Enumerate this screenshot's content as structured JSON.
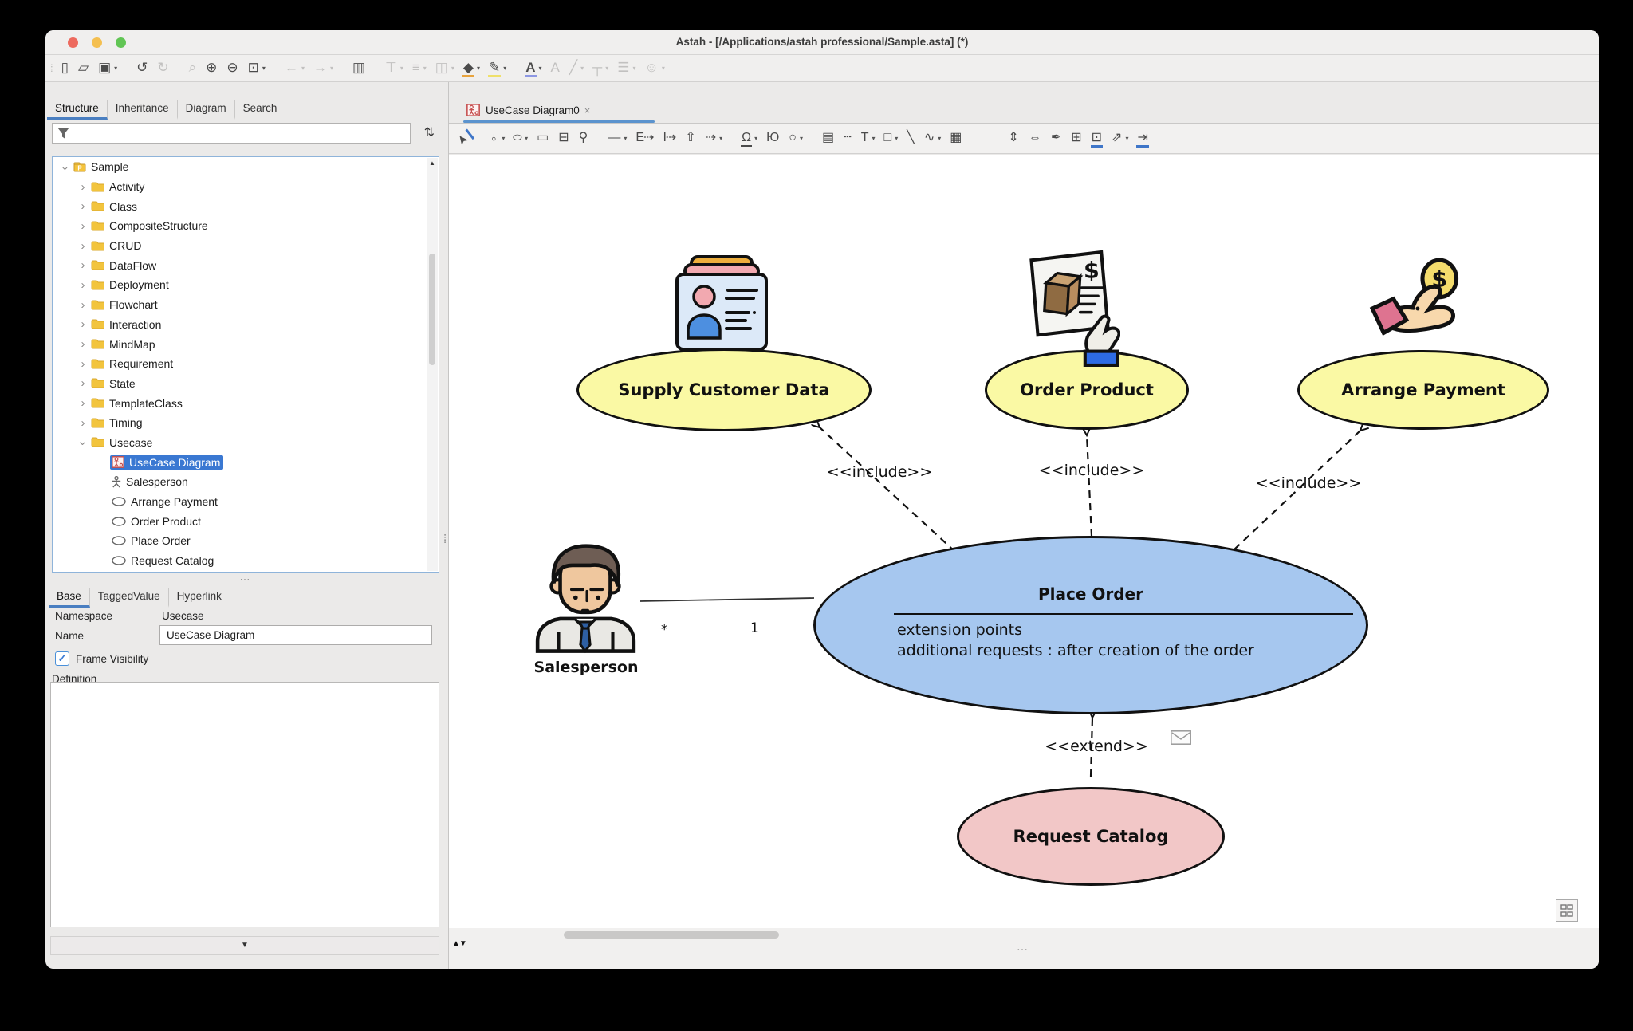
{
  "window": {
    "title": "Astah - [/Applications/astah professional/Sample.asta] (*)"
  },
  "colors": {
    "traffic_red": "#ED6A5E",
    "traffic_yellow": "#F4BF4F",
    "traffic_green": "#61C554",
    "tab_underline": "#5b93ce",
    "selection_blue": "#3a78d2",
    "usecase_yellow": "#FAF9A4",
    "usecase_blue": "#A6C7EF",
    "usecase_pink": "#F2C7C7"
  },
  "icons": {
    "caret": "▾",
    "check": "✓",
    "close": "×",
    "collapse_left": "◀",
    "updown": "▲▼",
    "dots": "⋯",
    "vdots": "⁞",
    "scroll_up": "▲",
    "panel_collapse": "▼",
    "filter_sync": "⇅"
  },
  "toolbar1": {
    "items": [
      {
        "name": "new-file-button",
        "g": "▯"
      },
      {
        "name": "open-button",
        "g": "▱"
      },
      {
        "name": "save-button",
        "g": "▣",
        "dd": 1
      },
      {
        "name": "undo-button",
        "g": "↺",
        "sep": 1
      },
      {
        "name": "redo-button",
        "g": "↻",
        "dis": 1
      },
      {
        "name": "search-button",
        "g": "⌕",
        "dis": 1,
        "sep": 1
      },
      {
        "name": "zoom-in-button",
        "g": "⊕"
      },
      {
        "name": "zoom-out-button",
        "g": "⊖"
      },
      {
        "name": "fit-view-button",
        "g": "⊡",
        "dd": 1
      },
      {
        "name": "back-button",
        "g": "←",
        "dis": 1,
        "dd": 1,
        "sep": 1
      },
      {
        "name": "forward-button",
        "g": "→",
        "dis": 1,
        "dd": 1
      },
      {
        "name": "diagram-editor-button",
        "g": "▥",
        "sep": 1
      },
      {
        "name": "align-vertical-button",
        "g": "⊤",
        "dis": 1,
        "dd": 1,
        "sep": 1
      },
      {
        "name": "align-horizontal-button",
        "g": "≡",
        "dis": 1,
        "dd": 1
      },
      {
        "name": "copy-style-button",
        "g": "◫",
        "dis": 1,
        "dd": 1
      },
      {
        "name": "fill-color-button",
        "g": "◆",
        "ul": "#E8A33D",
        "dd": 1
      },
      {
        "name": "highlight-button",
        "g": "✎",
        "ul": "#EFE06A",
        "dd": 1
      },
      {
        "name": "font-color-button",
        "g": "A",
        "ul": "#8D97E3",
        "dd": 1,
        "cls": "g-bold",
        "sep": 1
      },
      {
        "name": "font-size-button",
        "g": "A",
        "dis": 1
      },
      {
        "name": "line-style-button",
        "g": "╱",
        "dis": 1,
        "dd": 1
      },
      {
        "name": "hierarchy-button",
        "g": "┬",
        "dis": 1,
        "dd": 1
      },
      {
        "name": "list-button",
        "g": "☰",
        "dis": 1,
        "dd": 1
      },
      {
        "name": "emoji-button",
        "g": "☺",
        "dis": 1,
        "dd": 1
      }
    ]
  },
  "left_panel": {
    "tabs": [
      {
        "label": "Structure",
        "active": true
      },
      {
        "label": "Inheritance"
      },
      {
        "label": "Diagram"
      },
      {
        "label": "Search"
      }
    ],
    "filter": {
      "value": ""
    }
  },
  "tree": {
    "rows": [
      {
        "pad": "8px",
        "chev": "›",
        "chev_cls": "chev-exp",
        "icon_class": "ic-package",
        "icon_text": "P",
        "label": "Sample"
      },
      {
        "pad": "30px",
        "chev": "›",
        "icon_class": "ic-folder",
        "label": "Activity"
      },
      {
        "pad": "30px",
        "chev": "›",
        "icon_class": "ic-folder",
        "label": "Class"
      },
      {
        "pad": "30px",
        "chev": "›",
        "icon_class": "ic-folder",
        "label": "CompositeStructure"
      },
      {
        "pad": "30px",
        "chev": "›",
        "icon_class": "ic-folder",
        "label": "CRUD"
      },
      {
        "pad": "30px",
        "chev": "›",
        "icon_class": "ic-folder",
        "label": "DataFlow"
      },
      {
        "pad": "30px",
        "chev": "›",
        "icon_class": "ic-folder",
        "label": "Deployment"
      },
      {
        "pad": "30px",
        "chev": "›",
        "icon_class": "ic-folder",
        "label": "Flowchart"
      },
      {
        "pad": "30px",
        "chev": "›",
        "icon_class": "ic-folder",
        "label": "Interaction"
      },
      {
        "pad": "30px",
        "chev": "›",
        "icon_class": "ic-folder",
        "label": "MindMap"
      },
      {
        "pad": "30px",
        "chev": "›",
        "icon_class": "ic-folder",
        "label": "Requirement"
      },
      {
        "pad": "30px",
        "chev": "›",
        "icon_class": "ic-folder",
        "label": "State"
      },
      {
        "pad": "30px",
        "chev": "›",
        "icon_class": "ic-folder",
        "label": "TemplateClass"
      },
      {
        "pad": "30px",
        "chev": "›",
        "icon_class": "ic-folder",
        "label": "Timing"
      },
      {
        "pad": "30px",
        "chev": "›",
        "chev_cls": "chev-exp",
        "icon_class": "ic-folder",
        "label": "Usecase"
      },
      {
        "pad": "56px",
        "icon_class": "ic-ucd",
        "label": "UseCase Diagram",
        "sel": true
      },
      {
        "pad": "56px",
        "icon_class": "ic-actor",
        "label": "Salesperson"
      },
      {
        "pad": "56px",
        "icon_class": "ic-ellipse",
        "label": "Arrange Payment"
      },
      {
        "pad": "56px",
        "icon_class": "ic-ellipse",
        "label": "Order Product"
      },
      {
        "pad": "56px",
        "icon_class": "ic-ellipse",
        "label": "Place Order"
      },
      {
        "pad": "56px",
        "icon_class": "ic-ellipse",
        "label": "Request Catalog"
      }
    ]
  },
  "props": {
    "tabs": [
      {
        "label": "Base",
        "active": true
      },
      {
        "label": "TaggedValue"
      },
      {
        "label": "Hyperlink"
      }
    ],
    "namespace_label": "Namespace",
    "namespace_value": "Usecase",
    "name_label": "Name",
    "name_value": "UseCase Diagram",
    "frame_visibility_label": "Frame Visibility",
    "frame_visibility_checked": true,
    "definition_label": "Definition"
  },
  "diagram": {
    "tab_label": "UseCase Diagram0"
  },
  "toolbar2": {
    "items": [
      {
        "name": "select-tool",
        "g": "➤",
        "cls": "g-cursor",
        "ul": "#3f76c8"
      },
      {
        "name": "actor-tool",
        "g": "♁",
        "dd": 1,
        "sep": 1
      },
      {
        "name": "usecase-tool",
        "g": "○",
        "cls": "g-wide",
        "dd": 1
      },
      {
        "name": "package-tool",
        "g": "▭"
      },
      {
        "name": "subsystem-tool",
        "g": "⊟"
      },
      {
        "name": "anchor-tool",
        "g": "⚲"
      },
      {
        "name": "association-tool",
        "g": "—",
        "dd": 1,
        "sep": 1
      },
      {
        "name": "extend-tool",
        "g": "E⇢",
        "cls": "g-small"
      },
      {
        "name": "include-tool",
        "g": "I⇢",
        "cls": "g-small"
      },
      {
        "name": "generalization-tool",
        "g": "⇧"
      },
      {
        "name": "dependency-tool",
        "g": "⇢",
        "dd": 1
      },
      {
        "name": "usecase-ep-tool",
        "g": "Ω",
        "cls": "g-ubar",
        "dd": 1,
        "sep": 1
      },
      {
        "name": "connector-tool",
        "g": "Ю"
      },
      {
        "name": "region-tool",
        "g": "○",
        "dd": 1
      },
      {
        "name": "note-tool",
        "g": "▤",
        "sep": 1
      },
      {
        "name": "dashed-line-tool",
        "g": "┄"
      },
      {
        "name": "text-tool",
        "g": "T",
        "dd": 1
      },
      {
        "name": "rect-tool",
        "g": "□",
        "dd": 1
      },
      {
        "name": "line-tool",
        "g": "╲"
      },
      {
        "name": "curve-tool",
        "g": "∿",
        "dd": 1
      },
      {
        "name": "image-tool",
        "g": "▦"
      },
      {
        "name": "fit-height-button",
        "g": "⇕",
        "cls": "g-gap"
      },
      {
        "name": "distribute-button",
        "g": "⇔"
      },
      {
        "name": "pin-button",
        "g": "✒"
      },
      {
        "name": "add-frame-button",
        "g": "⊞"
      },
      {
        "name": "edit-frame-button",
        "g": "⊡",
        "ul": "#3f76c8"
      },
      {
        "name": "connect-line-button",
        "g": "⇗",
        "dd": 1
      },
      {
        "name": "align-button",
        "g": "⇥",
        "ul": "#3f76c8"
      }
    ]
  },
  "canvas": {
    "use_cases": [
      {
        "label": "Supply Customer Data"
      },
      {
        "label": "Order Product"
      },
      {
        "label": "Arrange Payment"
      },
      {
        "label": "Request Catalog"
      }
    ],
    "place_order": {
      "title": "Place Order",
      "extension_header": "extension points",
      "extension_item": "additional requests : after creation of the order"
    },
    "actor": {
      "label": "Salesperson"
    },
    "association": {
      "source_multiplicity": "*",
      "target_multiplicity": "1"
    },
    "stereotype_include": "<<include>>",
    "stereotype_extend": "<<extend>>",
    "dollar": "$"
  }
}
